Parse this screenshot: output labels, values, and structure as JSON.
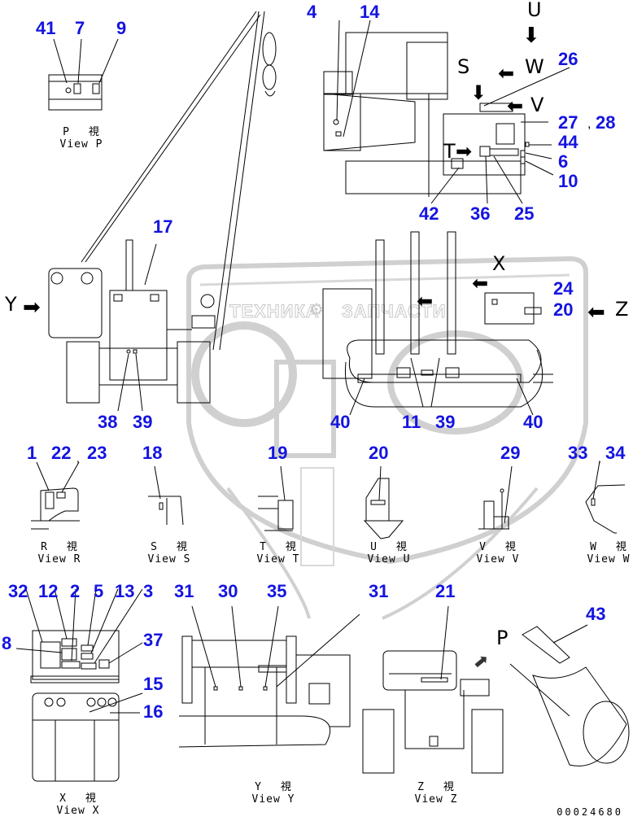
{
  "watermark": {
    "text_left": "ТЕХНИКА",
    "text_right": "ЗАПЧАСТИ",
    "logo": "эпф"
  },
  "view_markers": [
    "P",
    "S",
    "T",
    "U",
    "V",
    "W",
    "X",
    "Y",
    "Z"
  ],
  "callouts": {
    "view_p": [
      "41",
      "7",
      "9"
    ],
    "top_view": [
      "4",
      "14",
      "26",
      "27",
      "28",
      "44",
      "6",
      "10",
      "42",
      "36",
      "25"
    ],
    "side_view": [
      "17",
      "38",
      "39",
      "40",
      "11",
      "39",
      "40",
      "24",
      "20"
    ],
    "view_r": [
      "1",
      "22",
      "23"
    ],
    "view_s": [
      "18"
    ],
    "view_t": [
      "19"
    ],
    "view_u": [
      "20"
    ],
    "view_v": [
      "29"
    ],
    "view_w": [
      "33",
      "34"
    ],
    "view_x": [
      "32",
      "12",
      "2",
      "5",
      "13",
      "3",
      "8",
      "37",
      "15",
      "16"
    ],
    "view_y": [
      "31",
      "30",
      "35",
      "31"
    ],
    "view_z": [
      "21"
    ],
    "detail": [
      "43"
    ]
  },
  "captions": {
    "p": {
      "jp": "P　 視",
      "en": "View P"
    },
    "r": {
      "jp": "R　 視",
      "en": "View R"
    },
    "s": {
      "jp": "S　 視",
      "en": "View S"
    },
    "t": {
      "jp": "T　 視",
      "en": "View T"
    },
    "u": {
      "jp": "U　 視",
      "en": "View U"
    },
    "v": {
      "jp": "V　 視",
      "en": "View V"
    },
    "w": {
      "jp": "W　 視",
      "en": "View W"
    },
    "x": {
      "jp": "X　 視",
      "en": "View X"
    },
    "y": {
      "jp": "Y　 視",
      "en": "View Y"
    },
    "z": {
      "jp": "Z　 視",
      "en": "View Z"
    }
  },
  "separators": {
    "comma": ","
  },
  "document_number": "00024680",
  "colors": {
    "callout": "#1414e0",
    "watermark": "#c8c8c8",
    "line": "#000000"
  }
}
